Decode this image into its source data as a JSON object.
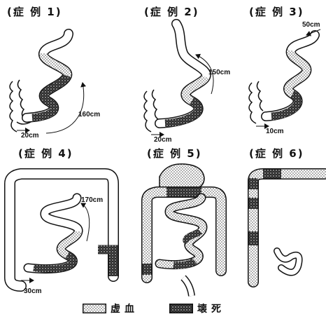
{
  "colors": {
    "ischemia": "#d9d9d9",
    "necrosis": "#3a3a3a",
    "outline": "#111111",
    "paper": "#ffffff"
  },
  "cases": [
    {
      "title": "(症 例 1)",
      "distal": "20cm",
      "length": "160cm"
    },
    {
      "title": "(症 例 2)",
      "distal": "20cm",
      "length": "150cm"
    },
    {
      "title": "(症 例 3)",
      "distal": "10cm",
      "length": "50cm"
    },
    {
      "title": "(症 例 4)",
      "distal": "30cm",
      "length": "170cm"
    },
    {
      "title": "(症 例 5)"
    },
    {
      "title": "(症 例 6)"
    }
  ],
  "legend": [
    {
      "label": "虚血",
      "pattern": "ischemia"
    },
    {
      "label": "壊死",
      "pattern": "necrosis"
    }
  ]
}
